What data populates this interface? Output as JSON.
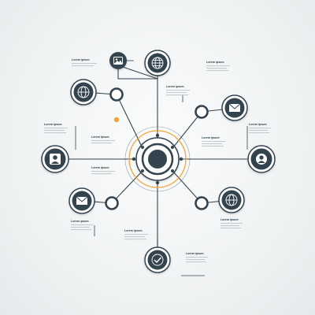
{
  "colors": {
    "primary": "#34444f",
    "accent": "#f0a63a",
    "line": "#34444f",
    "background": "#eef1f2",
    "text_placeholder": "#c4cbd0"
  },
  "hub": {
    "icon": "target-icon"
  },
  "nodes": [
    {
      "id": "top-left",
      "icon": "photo-icon",
      "style": "filled"
    },
    {
      "id": "top",
      "icon": "globe-icon",
      "style": "filled"
    },
    {
      "id": "upper-left",
      "icon": "globe-icon",
      "style": "filled"
    },
    {
      "id": "upper-right",
      "icon": "envelope-icon",
      "style": "filled"
    },
    {
      "id": "left",
      "icon": "user-icon",
      "style": "filled"
    },
    {
      "id": "right",
      "icon": "user-icon",
      "style": "filled"
    },
    {
      "id": "lower-left",
      "icon": "envelope-icon",
      "style": "filled"
    },
    {
      "id": "lower-right",
      "icon": "globe-icon",
      "style": "filled"
    },
    {
      "id": "bottom",
      "icon": "checkmark-icon",
      "style": "filled"
    }
  ],
  "labels": [
    {
      "id": "label-top-left",
      "title": "Lorem ipsum"
    },
    {
      "id": "label-top-right",
      "title": "Lorem ipsum"
    },
    {
      "id": "label-upper-mid",
      "title": "Lorem ipsum"
    },
    {
      "id": "label-left-upper",
      "title": "Lorem ipsum"
    },
    {
      "id": "label-center-left",
      "title": "Lorem ipsum"
    },
    {
      "id": "label-center-right",
      "title": "Lorem ipsum"
    },
    {
      "id": "label-right-upper",
      "title": "Lorem ipsum"
    },
    {
      "id": "label-center-left-lower",
      "title": "Lorem ipsum"
    },
    {
      "id": "label-lower-left",
      "title": "Lorem ipsum"
    },
    {
      "id": "label-lower-right",
      "title": "Lorem ipsum"
    },
    {
      "id": "label-bottom-mid",
      "title": "Lorem ipsum"
    },
    {
      "id": "label-bottom-right",
      "title": "Lorem ipsum"
    }
  ]
}
